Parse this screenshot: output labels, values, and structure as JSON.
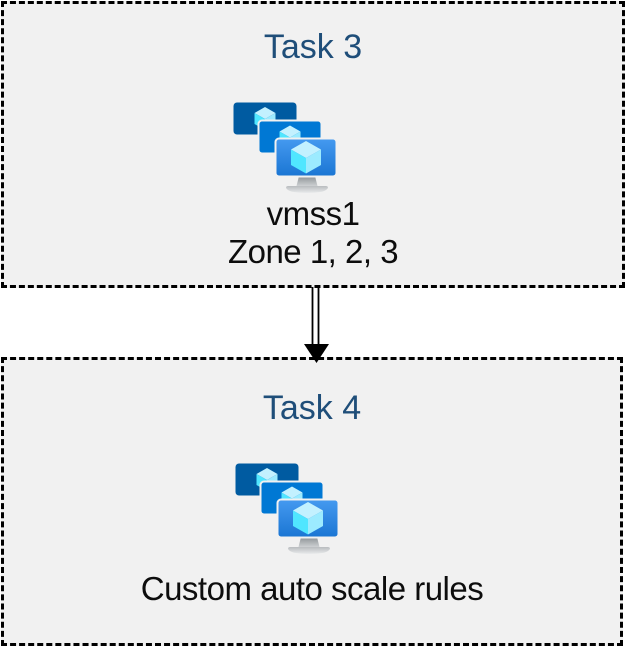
{
  "diagram": {
    "type": "flowchart",
    "boxes": [
      {
        "title": "Task 3",
        "icon": "vm-scale-sets-icon",
        "lines": [
          "vmss1",
          "Zone 1, 2, 3"
        ]
      },
      {
        "title": "Task 4",
        "icon": "vm-scale-sets-icon",
        "lines": [
          "Custom auto scale rules"
        ]
      }
    ],
    "connector": {
      "from": "Task 3",
      "to": "Task 4",
      "style": "double-line-arrow",
      "direction": "down"
    },
    "colors": {
      "page_background": "#ffffff",
      "box_background": "#f1f1f1",
      "box_border": "#000000",
      "title_text": "#1F4E79",
      "body_text": "#0d0d0d",
      "icon_back_monitor": "#005ba1",
      "icon_middle_monitor": "#0078d4",
      "icon_front_monitor_top": "#459af0",
      "icon_front_monitor_bottom": "#1a75d3",
      "icon_cube_top": "#c3f1ff",
      "icon_cube_left": "#50e6ff",
      "icon_cube_right": "#9cebff",
      "icon_stand_gray": "#c0c4c7"
    }
  }
}
